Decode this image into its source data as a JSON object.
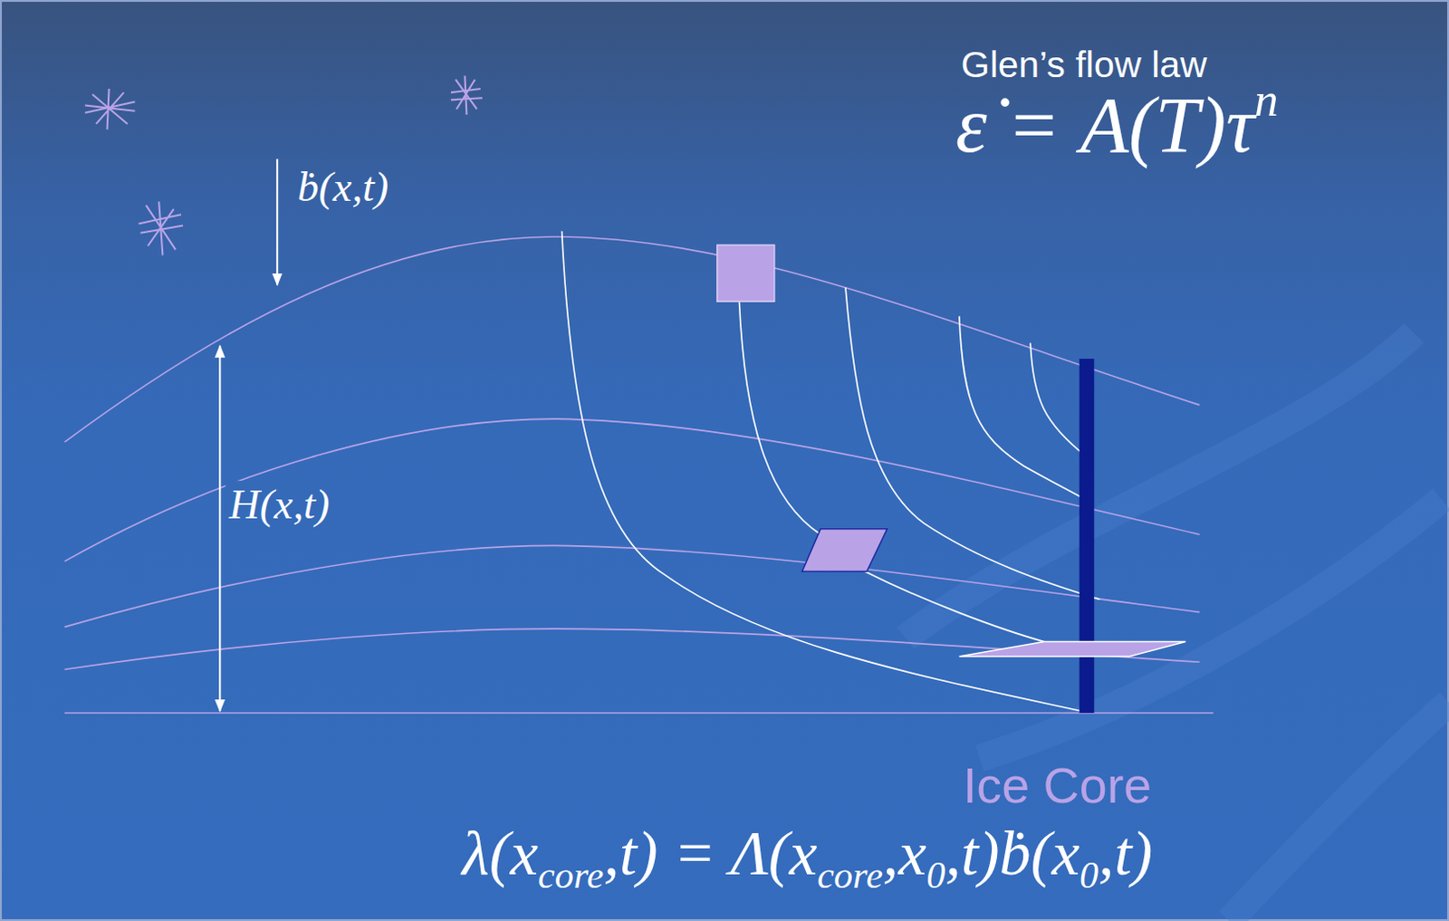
{
  "diagram": {
    "labels": [
      "Glen’s flow law",
      "ε̇ = A(T)τ",
      "n",
      "ḃ(x,t)",
      "H(x,t)",
      "Ice Core",
      "λ(x",
      "core",
      ",t) = Λ(x",
      "core",
      ",x",
      "0",
      ",t)ḃ(x",
      "0",
      ",t)"
    ]
  }
}
